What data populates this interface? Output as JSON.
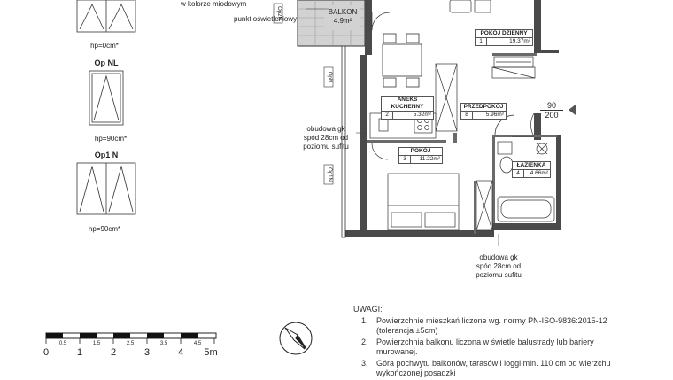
{
  "windows": {
    "top_caption": "hp=0cm*",
    "op_nl": {
      "name": "Op NL",
      "caption": "hp=90cm*"
    },
    "op1_n": {
      "name": "Op1 N",
      "caption": "hp=90cm*"
    }
  },
  "annotations": {
    "color_note": "w kolorze miodowym",
    "light_point": "punkt oświetleniowy",
    "casing_left": [
      "obudowa gk",
      "spód 28cm od",
      "poziomu sufitu"
    ],
    "casing_bottom": [
      "obudowa gk",
      "spód 28cm od",
      "poziomu sufitu"
    ],
    "door_size": [
      "90",
      "200"
    ]
  },
  "window_tags": [
    "OpN",
    "Op1N",
    "Op2N"
  ],
  "balcony": {
    "name": "BALKON",
    "area": "4.9m²"
  },
  "rooms": [
    {
      "key": "dzienny",
      "name": "POKÓJ DZIENNY",
      "num": "1",
      "area": "19.37m²"
    },
    {
      "key": "aneks",
      "name": "ANEKS KUCHENNY",
      "num": "2",
      "area": "5.32m²"
    },
    {
      "key": "przedpokoj",
      "name": "PRZEDPOKÓJ",
      "num": "8",
      "area": "5.96m²"
    },
    {
      "key": "pokoj",
      "name": "POKÓJ",
      "num": "3",
      "area": "11.22m²"
    },
    {
      "key": "lazienka",
      "name": "ŁAZIENKA",
      "num": "4",
      "area": "4.66m²"
    }
  ],
  "scale": {
    "minor": [
      "0.5",
      "1.5",
      "2.5",
      "3.5",
      "4.5"
    ],
    "major": [
      "0",
      "1",
      "2",
      "3",
      "4",
      "5m"
    ]
  },
  "notes": {
    "heading": "UWAGI:",
    "items": [
      {
        "n": "1.",
        "text": "Powierzchnie mieszkań liczone wg. normy PN-ISO-9836:2015-12 (tolerancja ±5cm)"
      },
      {
        "n": "2.",
        "text": "Powierzchnia balkonu liczona w świetle balustrady lub bariery murowanej."
      },
      {
        "n": "3.",
        "text": "Góra pochwytu balkonów, tarasów i loggi min. 110 cm od wierzchu wykończonej posadzki"
      }
    ]
  },
  "colors": {
    "wall": "#4a4a4a",
    "balcony_fill": "#c9c9c9",
    "line": "#333333"
  }
}
